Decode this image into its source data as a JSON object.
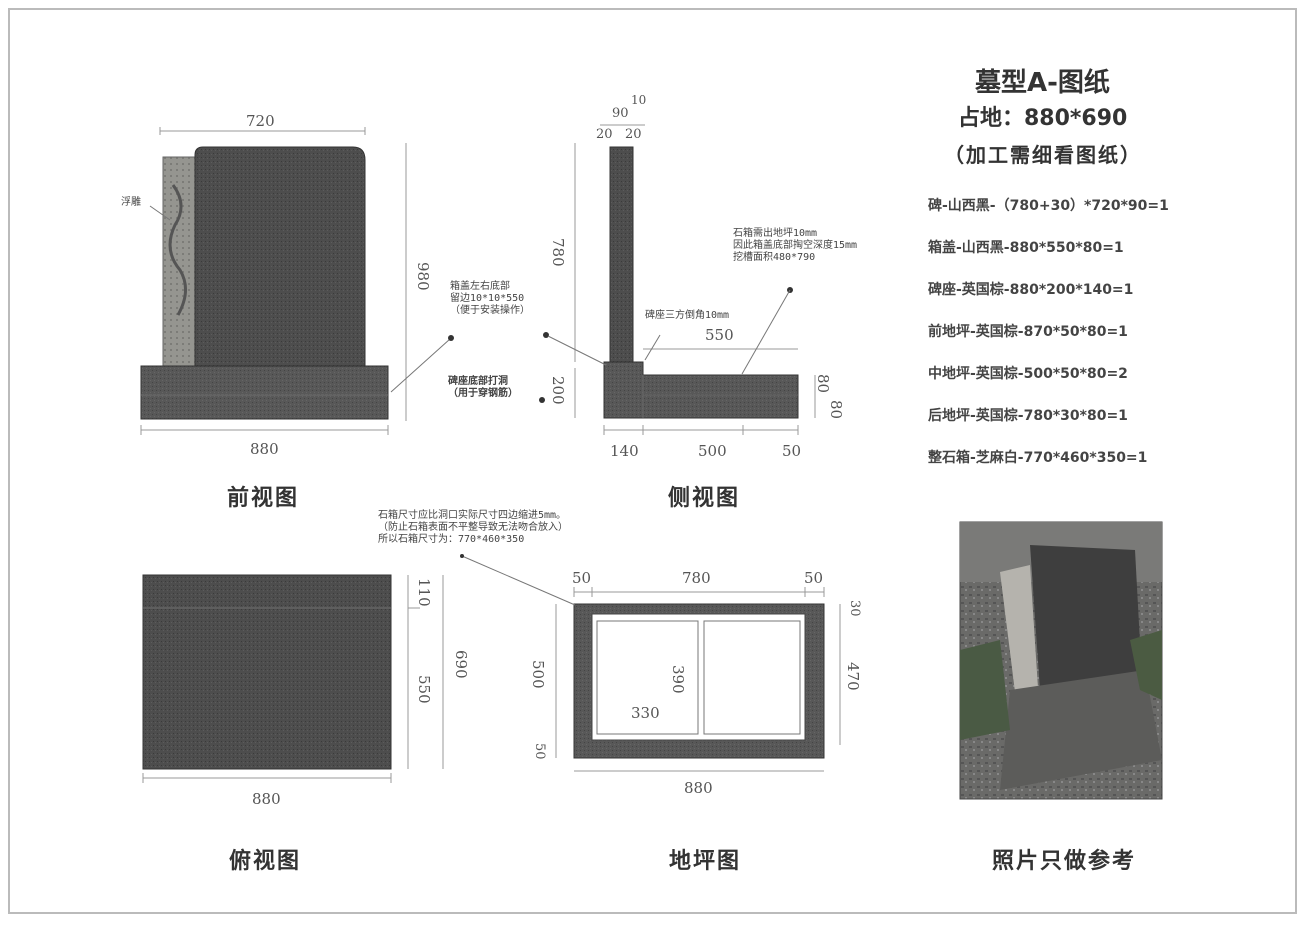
{
  "title": {
    "name": "墓型A-图纸",
    "area": "占地：880*690",
    "note": "（加工需细看图纸）"
  },
  "parts": [
    "碑-山西黑-（780+30）*720*90=1",
    "箱盖-山西黑-880*550*80=1",
    "碑座-英国棕-880*200*140=1",
    "前地坪-英国棕-870*50*80=1",
    "中地坪-英国棕-500*50*80=2",
    "后地坪-英国棕-780*30*80=1",
    "整石箱-芝麻白-770*460*350=1"
  ],
  "front_view": {
    "caption": "前视图",
    "dim_top": "720",
    "dim_bottom": "880",
    "dim_right": "980",
    "label_relief": "浮雕"
  },
  "side_view": {
    "caption": "侧视图",
    "dim_10": "10",
    "dim_90": "90",
    "dim_20a": "20",
    "dim_20b": "20",
    "dim_780": "780",
    "dim_200": "200",
    "dim_550": "550",
    "dim_80a": "80",
    "dim_80b": "80",
    "dim_140": "140",
    "dim_500": "500",
    "dim_50": "50",
    "note_lid": [
      "箱盖左右底部",
      "留边10*10*550",
      "（便于安装操作）"
    ],
    "note_base": [
      "碑座底部打洞",
      "（用于穿钢筋）"
    ],
    "note_chamfer": "碑座三方倒角10mm",
    "note_box": [
      "石箱需出地坪10mm",
      "因此箱盖底部掏空深度15mm",
      "挖槽面积480*790"
    ]
  },
  "top_view": {
    "caption": "俯视图",
    "dim_bottom": "880",
    "dim_110": "110",
    "dim_550": "550",
    "dim_690": "690"
  },
  "floor_view": {
    "caption": "地坪图",
    "dim_50a": "50",
    "dim_780": "780",
    "dim_50b": "50",
    "dim_880": "880",
    "dim_500": "500",
    "dim_50c": "50",
    "dim_30": "30",
    "dim_470": "470",
    "dim_390": "390",
    "dim_330": "330",
    "note": [
      "石箱尺寸应比洞口实际尺寸四边缩进5mm。",
      "（防止石箱表面不平整导致无法吻合放入）",
      "所以石箱尺寸为：770*460*350"
    ]
  },
  "photo": {
    "caption": "照片只做参考"
  },
  "colors": {
    "granite": "#4a4a4a",
    "relief": "#8c8c86",
    "base": "#555555",
    "line": "#888888",
    "border": "#bbbbbb"
  }
}
